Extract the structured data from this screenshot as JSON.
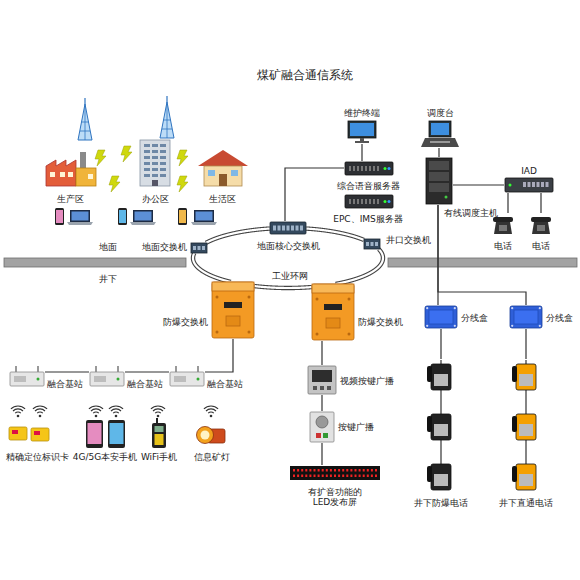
{
  "diagram": {
    "title": "煤矿融合通信系统",
    "nodes": [
      {
        "text": [
          "维护终端"
        ]
      },
      {
        "text": [
          "调度台"
        ]
      },
      {
        "text": [
          "生产区"
        ]
      },
      {
        "text": [
          "办公区"
        ]
      },
      {
        "text": [
          "生活区"
        ]
      },
      {
        "text": [
          "综合语音服务器"
        ]
      },
      {
        "text": [
          "EPC、IMS服务器"
        ]
      },
      {
        "text": [
          "有线调度主机"
        ]
      },
      {
        "text": [
          "IAD"
        ]
      },
      {
        "text": [
          "地面交换机"
        ]
      },
      {
        "text": [
          "地面核心交换机"
        ]
      },
      {
        "text": [
          "井口交换机"
        ]
      },
      {
        "text": [
          "电话"
        ]
      },
      {
        "text": [
          "电话"
        ]
      },
      {
        "text": [
          "防爆交换机"
        ]
      },
      {
        "text": [
          "防爆交换机"
        ]
      },
      {
        "text": [
          "分线盒"
        ]
      },
      {
        "text": [
          "分线盒"
        ]
      },
      {
        "text": [
          "融合基站"
        ]
      },
      {
        "text": [
          "融合基站"
        ]
      },
      {
        "text": [
          "融合基站"
        ]
      },
      {
        "text": [
          "视频按键广播"
        ]
      },
      {
        "text": [
          "按键广播"
        ]
      },
      {
        "text": [
          "精确定位标识卡"
        ]
      },
      {
        "text": [
          "4G/5G本安手机"
        ]
      },
      {
        "text": [
          "WiFi手机"
        ]
      },
      {
        "text": [
          "信息矿灯"
        ]
      },
      {
        "text": [
          "有扩音功能的 LED发布屏"
        ]
      },
      {
        "text": [
          "井下防爆电话"
        ]
      },
      {
        "text": [
          "井下直通电话"
        ]
      }
    ],
    "edges": [
      {
        "from": 10,
        "to": 5,
        "arrow": "none"
      },
      {
        "from": 0,
        "to": 5,
        "arrow": "none"
      },
      {
        "from": 1,
        "to": 7,
        "arrow": "none"
      },
      {
        "from": 7,
        "to": 8,
        "arrow": "none"
      },
      {
        "from": 8,
        "to": 12,
        "arrow": "none"
      },
      {
        "from": 8,
        "to": 13,
        "arrow": "none"
      },
      {
        "from": 9,
        "to": 10,
        "arrow": "none"
      },
      {
        "from": 10,
        "to": 11,
        "arrow": "none"
      },
      {
        "from": 11,
        "to": 15,
        "arrow": "none"
      },
      {
        "from": 15,
        "to": 14,
        "arrow": "none"
      },
      {
        "from": 14,
        "to": 9,
        "arrow": "none"
      },
      {
        "from": 7,
        "to": 16,
        "arrow": "none"
      },
      {
        "from": 7,
        "to": 17,
        "arrow": "none"
      },
      {
        "from": 16,
        "to": 28,
        "arrow": "none"
      },
      {
        "from": 17,
        "to": 29,
        "arrow": "none"
      },
      {
        "from": 14,
        "to": 20,
        "arrow": "none"
      },
      {
        "from": 20,
        "to": 19,
        "arrow": "none"
      },
      {
        "from": 19,
        "to": 18,
        "arrow": "none"
      },
      {
        "from": 15,
        "to": 21,
        "arrow": "none"
      },
      {
        "from": 21,
        "to": 22,
        "arrow": "none"
      },
      {
        "from": 22,
        "to": 27,
        "arrow": "none"
      }
    ],
    "labels": [
      "地面",
      "井下",
      "工业环网"
    ]
  }
}
